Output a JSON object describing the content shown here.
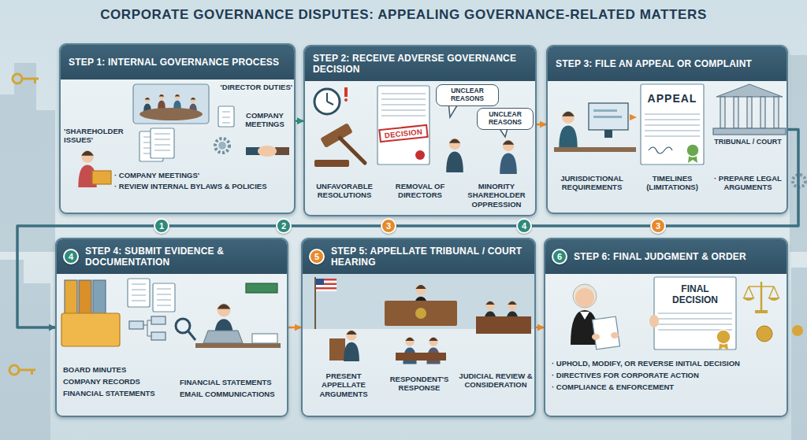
{
  "diagram": {
    "title": "CORPORATE GOVERNANCE DISPUTES: APPEALING GOVERNANCE-RELATED MATTERS",
    "nodes": [
      {
        "text": [
          "STEP 1: INTERNAL GOVERNANCE PROCESS",
          "'SHAREHOLDER ISSUES'",
          "'DIRECTOR DUTIES'",
          "COMPANY MEETINGS",
          "· COMPANY MEETINGS'",
          "· REVIEW INTERNAL BYLAWS & POLICIES"
        ]
      },
      {
        "text": [
          "STEP 2: RECEIVE ADVERSE GOVERNANCE DECISION",
          "DECISION",
          "UNCLEAR REASONS",
          "UNCLEAR REASONS",
          "UNFAVORABLE RESOLUTIONS",
          "REMOVAL OF DIRECTORS",
          "MINORITY SHAREHOLDER OPPRESSION"
        ]
      },
      {
        "text": [
          "STEP 3: FILE AN APPEAL OR COMPLAINT",
          "APPEAL",
          "TRIBUNAL / COURT",
          "JURISDICTIONAL REQUIREMENTS",
          "TIMELINES (LIMITATIONS)",
          "· PREPARE LEGAL ARGUMENTS"
        ]
      },
      {
        "text": [
          "STEP 4: SUBMIT EVIDENCE & DOCUMENTATION",
          "BOARD MINUTES",
          "COMPANY RECORDS",
          "FINANCIAL STATEMENTS",
          "FINANCIAL STATEMENTS",
          "EMAIL COMMUNICATIONS"
        ]
      },
      {
        "text": [
          "STEP 5: APPELLATE TRIBUNAL / COURT HEARING",
          "PRESENT APPELLATE ARGUMENTS",
          "RESPONDENT'S RESPONSE",
          "JUDICIAL REVIEW & CONSIDERATION"
        ]
      },
      {
        "text": [
          "STEP 6: FINAL JUDGMENT & ORDER",
          "FINAL DECISION",
          "· UPHOLD, MODIFY, OR REVERSE INITIAL DECISION",
          "· DIRECTIVES FOR CORPORATE ACTION",
          "· COMPLIANCE & ENFORCEMENT"
        ]
      }
    ],
    "edges": [
      {
        "from": 0,
        "to": 1,
        "arrow": "to"
      },
      {
        "from": 1,
        "to": 2,
        "arrow": "to"
      },
      {
        "from": 2,
        "to": 3,
        "arrow": "to"
      },
      {
        "from": 3,
        "to": 4,
        "arrow": "to"
      },
      {
        "from": 4,
        "to": 5,
        "arrow": "to"
      }
    ],
    "labels": [
      "1",
      "2",
      "3",
      "4",
      "3",
      "4",
      "5",
      "6"
    ]
  }
}
